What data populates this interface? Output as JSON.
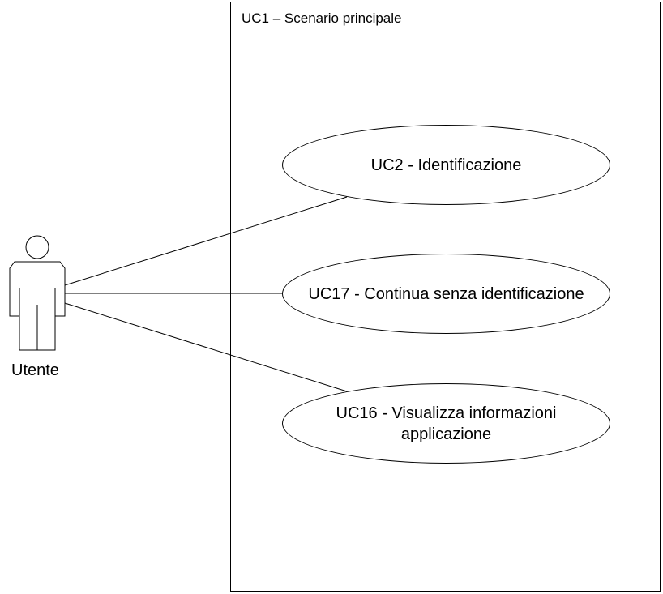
{
  "system": {
    "title": "UC1 – Scenario principale"
  },
  "actor": {
    "name": "Utente",
    "icon": "actor-icon"
  },
  "use_cases": [
    {
      "id": "UC2",
      "label": "UC2 - Identificazione"
    },
    {
      "id": "UC17",
      "label": "UC17 - Continua senza identificazione"
    },
    {
      "id": "UC16",
      "label": "UC16 - Visualizza informazioni applicazione"
    }
  ],
  "colors": {
    "stroke": "#000000",
    "background": "#ffffff"
  }
}
